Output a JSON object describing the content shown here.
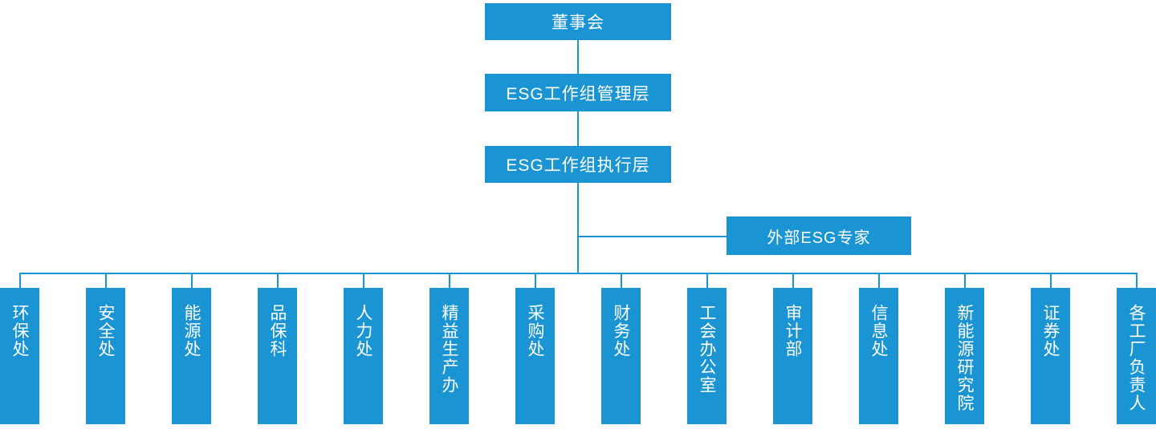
{
  "colors": {
    "primary": "#1a94d2",
    "text_on_primary": "#ffffff",
    "background": "#ffffff"
  },
  "chain": {
    "board": "董事会",
    "management": "ESG工作组管理层",
    "execution": "ESG工作组执行层"
  },
  "external": {
    "label": "外部ESG专家"
  },
  "departments": [
    {
      "label": "环保处"
    },
    {
      "label": "安全处"
    },
    {
      "label": "能源处"
    },
    {
      "label": "品保科"
    },
    {
      "label": "人力处"
    },
    {
      "label": "精益生产办"
    },
    {
      "label": "采购处"
    },
    {
      "label": "财务处"
    },
    {
      "label": "工会办公室"
    },
    {
      "label": "审计部"
    },
    {
      "label": "信息处"
    },
    {
      "label": "新能源研究院"
    },
    {
      "label": "证券处"
    },
    {
      "label": "各工厂负责人"
    }
  ]
}
